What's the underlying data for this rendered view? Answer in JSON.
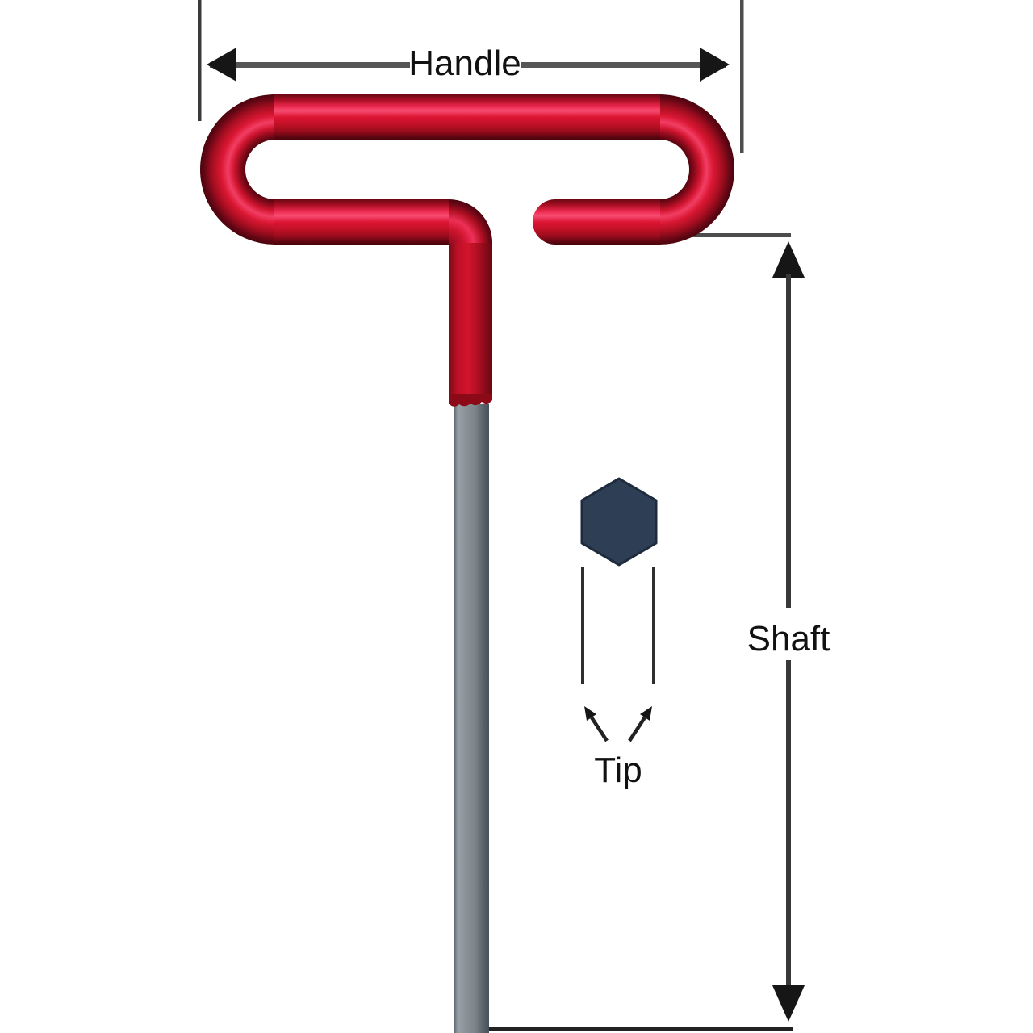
{
  "diagram": {
    "labels": {
      "handle": "Handle",
      "shaft": "Shaft",
      "tip": "Tip"
    },
    "colors": {
      "handle_red": "#d31430",
      "handle_highlight": "#f4486e",
      "handle_shadow": "#4a040e",
      "shaft_gray": "#8a9197",
      "tip_hex": "#2e3e55",
      "dimension_line": "#4f4f4f",
      "arrowhead": "#161616",
      "label_text": "#111111",
      "background": "#ffffff"
    }
  }
}
